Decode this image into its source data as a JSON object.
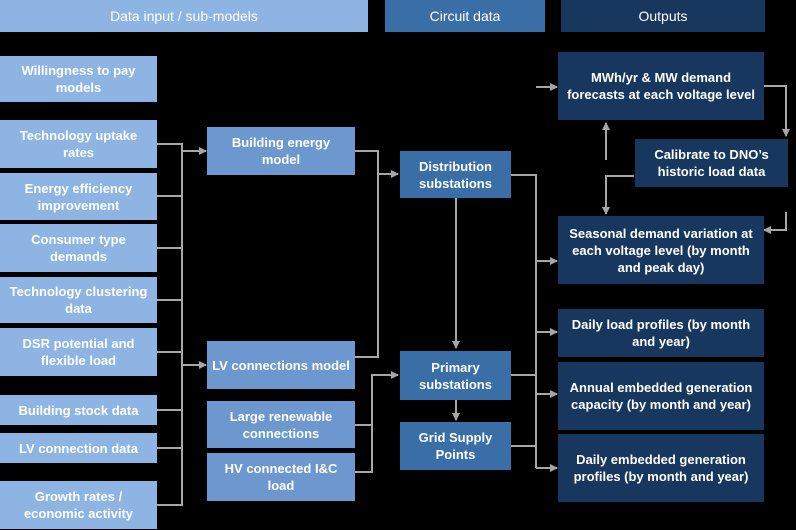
{
  "headers": {
    "inputs": "Data input / sub-models",
    "circuit": "Circuit data",
    "outputs": "Outputs"
  },
  "inputs": [
    "Willingness to pay models",
    "Technology uptake rates",
    "Energy efficiency improvement",
    "Consumer type demands",
    "Technology clustering data",
    "DSR potential and flexible load",
    "Building stock data",
    "LV connection data",
    "Growth rates / economic activity"
  ],
  "submodels": [
    "Building energy model",
    "LV connections model",
    "Large renewable connections",
    "HV connected I&C load"
  ],
  "circuit": [
    "Distribution substations",
    "Primary substations",
    "Grid Supply Points"
  ],
  "outputs": [
    "MWh/yr & MW demand forecasts at each voltage level",
    "Calibrate to DNO’s historic load data",
    "Seasonal demand variation at each voltage level (by month and peak day)",
    "Daily load profiles (by month and year)",
    "Annual embedded generation capacity (by month and year)",
    "Daily embedded generation profiles (by month and year)"
  ],
  "colors": {
    "header": "#8EB4E3",
    "input": "#8EB4E3",
    "submodel": "#6D97CF",
    "circuit": "#3A6EA6",
    "output": "#17375E",
    "connector": "#A6A6A6"
  }
}
